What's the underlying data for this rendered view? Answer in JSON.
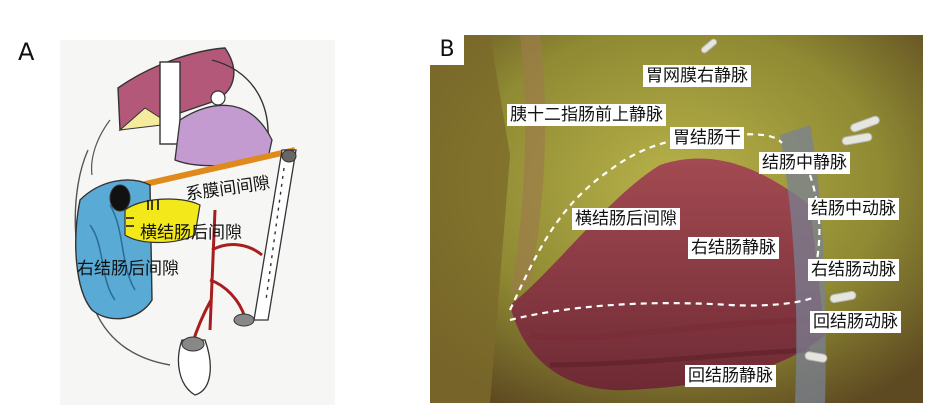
{
  "panel_a": {
    "letter": "A",
    "labels": {
      "mesenteric_space": "系膜间间隙",
      "transverse_retrocolic_space": "横结肠后间隙",
      "right_retrocolic_space": "右结肠后间隙"
    }
  },
  "panel_b": {
    "letter": "B",
    "labels": {
      "right_gastroepiploic_vein": "胃网膜右静脉",
      "ant_sup_pancreaticoduodenal_vein": "胰十二指肠前上静脉",
      "gastrocolic_trunk": "胃结肠干",
      "middle_colic_vein": "结肠中静脉",
      "middle_colic_artery": "结肠中动脉",
      "transverse_retrocolic_space": "横结肠后间隙",
      "right_colic_vein": "右结肠静脉",
      "right_colic_artery": "右结肠动脉",
      "ileocolic_artery": "回结肠动脉",
      "ileocolic_vein": "回结肠静脉"
    }
  },
  "colors": {
    "colon_blue": "#5aaad6",
    "pancreas_yellow": "#f2e81a",
    "stomach_maroon": "#b4587a",
    "mesentery_lilac": "#c39bd0",
    "band_orange": "#e08a1e",
    "vessel_red": "#a81e1e"
  }
}
